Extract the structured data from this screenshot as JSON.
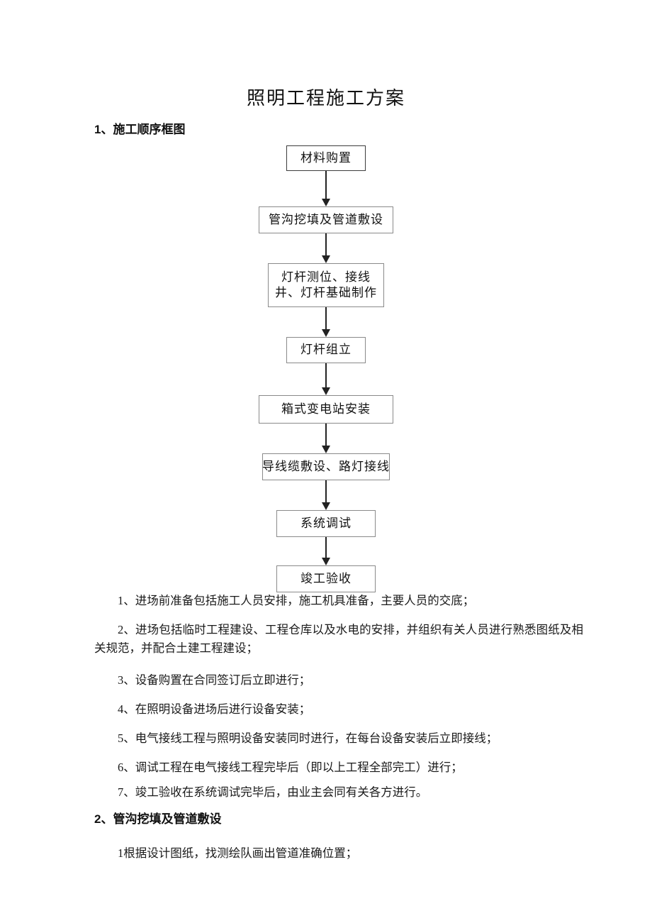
{
  "document": {
    "title": "照明工程施工方案"
  },
  "sections": [
    {
      "number": "1、",
      "title": "施工顺序框图"
    },
    {
      "number": "2、",
      "title": "管沟挖填及管道敷设"
    }
  ],
  "flowchart": {
    "type": "flowchart",
    "direction": "top-to-bottom",
    "nodes": [
      {
        "id": "n1",
        "lines": [
          "材料购置"
        ],
        "width": 112,
        "height": 36
      },
      {
        "id": "n2",
        "lines": [
          "管沟挖填及管道敷设"
        ],
        "width": 190,
        "height": 38
      },
      {
        "id": "n3",
        "lines": [
          "灯杆测位、接线",
          "井、灯杆基础制作"
        ],
        "width": 164,
        "height": 62
      },
      {
        "id": "n4",
        "lines": [
          "灯杆组立"
        ],
        "width": 112,
        "height": 37
      },
      {
        "id": "n5",
        "lines": [
          "箱式变电站安装"
        ],
        "width": 190,
        "height": 40
      },
      {
        "id": "n6",
        "lines": [
          "导线缆敷设、路灯接线"
        ],
        "width": 180,
        "height": 38
      },
      {
        "id": "n7",
        "lines": [
          "系统调试"
        ],
        "width": 140,
        "height": 38
      },
      {
        "id": "n8",
        "lines": [
          "竣工验收"
        ],
        "width": 140,
        "height": 38
      }
    ],
    "edges": [
      {
        "from": "n1",
        "to": "n2",
        "arrow": "down"
      },
      {
        "from": "n2",
        "to": "n3",
        "arrow": "down"
      },
      {
        "from": "n3",
        "to": "n4",
        "arrow": "down"
      },
      {
        "from": "n4",
        "to": "n5",
        "arrow": "down"
      },
      {
        "from": "n5",
        "to": "n6",
        "arrow": "down"
      },
      {
        "from": "n6",
        "to": "n7",
        "arrow": "down"
      },
      {
        "from": "n7",
        "to": "n8",
        "arrow": "down"
      }
    ]
  },
  "paragraphs": [
    "1、进场前准备包括施工人员安排，施工机具准备，主要人员的交底；",
    "2、进场包括临时工程建设、工程仓库以及水电的安排，并组织有关人员进行熟悉图纸及相关规范，并配合土建工程建设；",
    "3、设备购置在合同签订后立即进行；",
    "4、在照明设备进场后进行设备安装；",
    "5、电气接线工程与照明设备安装同时进行，在每台设备安装后立即接线；",
    "6、调试工程在电气接线工程完毕后（即以上工程全部完工）进行；",
    "7、竣工验收在系统调试完毕后，由业主会同有关各方进行。"
  ],
  "subsection_items": [
    "1根据设计图纸，找测绘队画出管道准确位置；"
  ],
  "colors": {
    "text": "#1a1a1a",
    "box_border": "#8a8a8a",
    "box_border_dark": "#3c3c3c",
    "arrow": "#222222",
    "page_background": "#ffffff"
  }
}
